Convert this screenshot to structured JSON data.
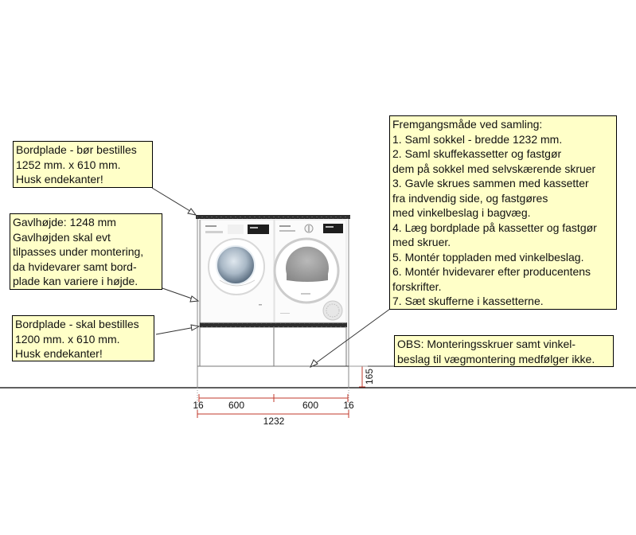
{
  "notes": {
    "top_countertop": {
      "lines": [
        "Bordplade - bør bestilles",
        "1252 mm. x 610 mm.",
        "Husk endekanter!"
      ]
    },
    "gable_height": {
      "lines": [
        "Gavlhøjde: 1248 mm",
        "Gavlhøjden skal evt",
        "tilpasses under montering,",
        "da hvidevarer samt bord-",
        "plade kan variere i højde."
      ]
    },
    "lower_countertop": {
      "lines": [
        "Bordplade - skal bestilles",
        "1200 mm. x 610 mm.",
        "Husk endekanter!"
      ]
    },
    "assembly_procedure": {
      "lines": [
        "Fremgangsmåde ved samling:",
        "1. Saml sokkel - bredde 1232 mm.",
        "2. Saml skuffekassetter og fastgør",
        "dem på sokkel med selvskærende skruer",
        "3. Gavle skrues sammen med kassetter",
        "fra indvendig side, og fastgøres",
        "med vinkelbeslag i bagvæg.",
        "4. Læg bordplade på kassetter og fastgør",
        "med skruer.",
        "5. Montér toppladen med vinkelbeslag.",
        "6. Montér hvidevarer efter producentens",
        "forskrifter.",
        "7. Sæt skufferne i kassetterne."
      ]
    },
    "obs": {
      "lines": [
        "OBS: Monteringsskruer samt vinkel-",
        "beslag til vægmontering medfølger ikke."
      ]
    }
  },
  "dimensions": {
    "left_end": "16",
    "left_section": "600",
    "right_section": "600",
    "right_end": "16",
    "total_width": "1232",
    "plinth_height": "165"
  },
  "appliances": {
    "left": "washing-machine",
    "right": "tumble-dryer"
  },
  "colors": {
    "note_fill": "#ffffc8",
    "dimension_line": "#c0392b",
    "countertop": "#2b2b2b"
  }
}
